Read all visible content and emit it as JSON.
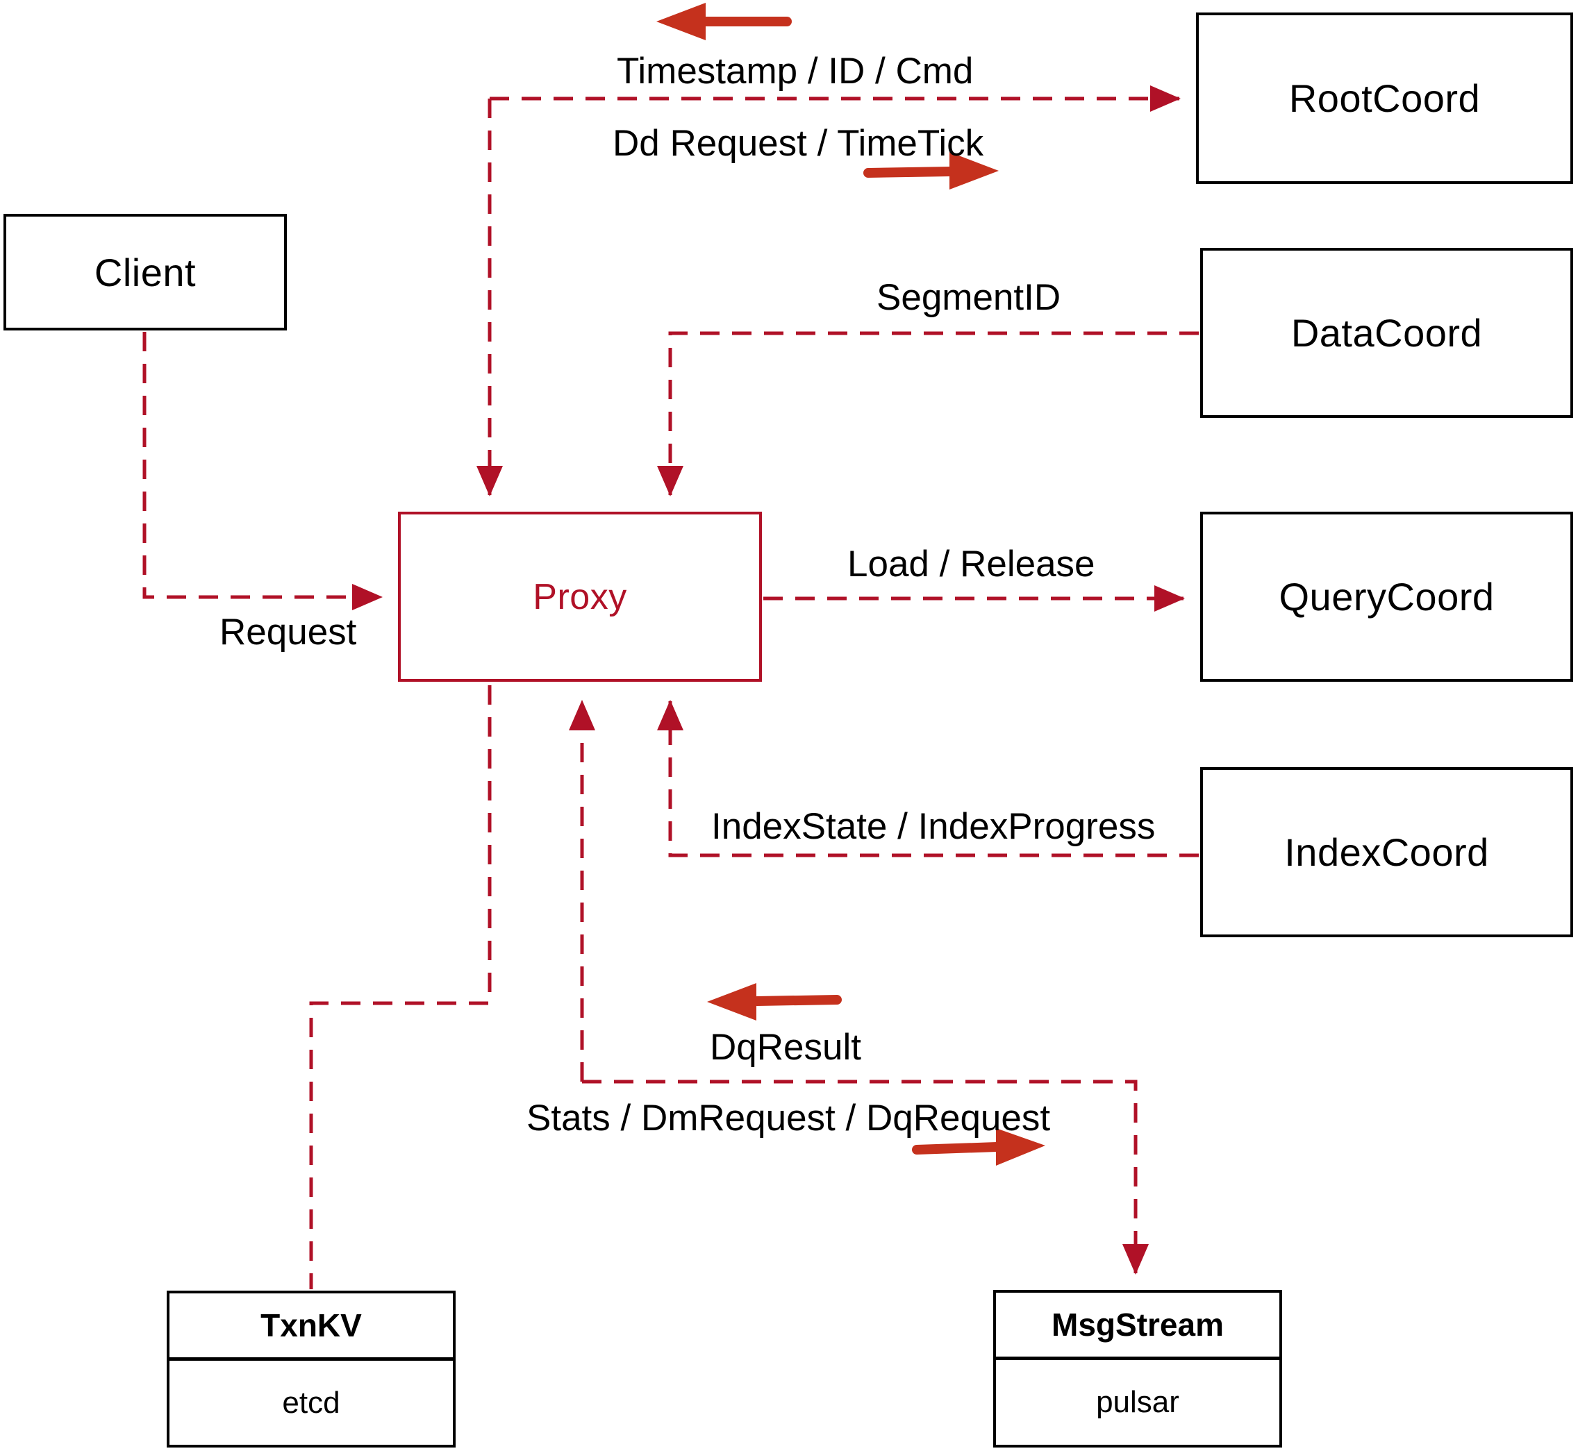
{
  "title": "Milvus proxy interaction diagram",
  "colors": {
    "dashed_line": "#b01127",
    "solid_arrow": "#c5311d",
    "box_border": "#000000",
    "proxy_red": "#b01127"
  },
  "nodes": {
    "client": {
      "label": "Client"
    },
    "proxy": {
      "label": "Proxy"
    },
    "root_coord": {
      "label": "RootCoord"
    },
    "data_coord": {
      "label": "DataCoord"
    },
    "query_coord": {
      "label": "QueryCoord"
    },
    "index_coord": {
      "label": "IndexCoord"
    },
    "txn_kv": {
      "title": "TxnKV",
      "subtitle": "etcd"
    },
    "msg_stream": {
      "title": "MsgStream",
      "subtitle": "pulsar"
    }
  },
  "edge_labels": {
    "timestamp_id_cmd": "Timestamp / ID / Cmd",
    "dd_request_timetick": "Dd Request / TimeTick",
    "segment_id": "SegmentID",
    "load_release": "Load / Release",
    "request": "Request",
    "index_state_progress": "IndexState / IndexProgress",
    "dq_result": "DqResult",
    "stats_dm_dq_request": "Stats / DmRequest / DqRequest"
  }
}
